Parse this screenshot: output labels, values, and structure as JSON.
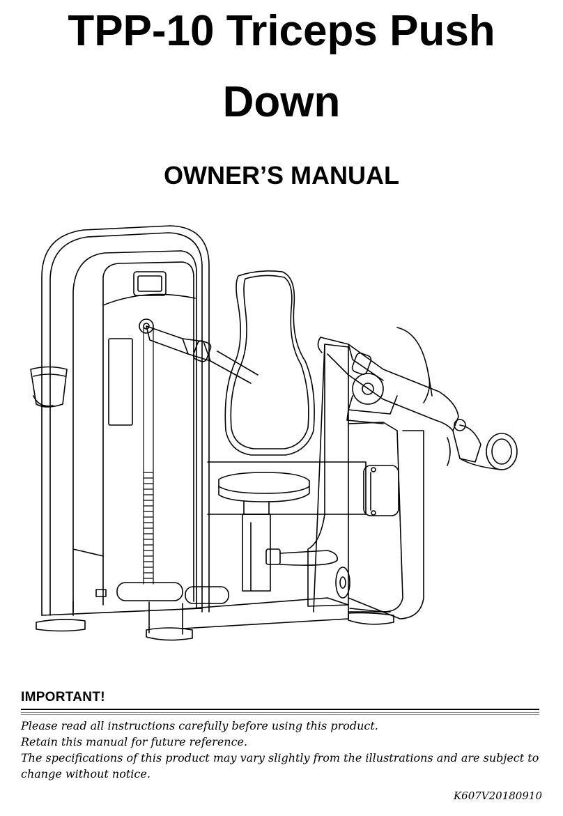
{
  "document": {
    "title_line1": "TPP-10 Triceps Push",
    "title_line2": "Down",
    "subtitle": "OWNER’S MANUAL"
  },
  "important": {
    "heading": "IMPORTANT!",
    "notes": [
      "Please read all instructions carefully before using this product.",
      "Retain this manual for future reference.",
      "The specifications of this product may vary slightly from the illustrations and are subject to change without notice."
    ]
  },
  "footer": {
    "code": "K607V20180910"
  }
}
